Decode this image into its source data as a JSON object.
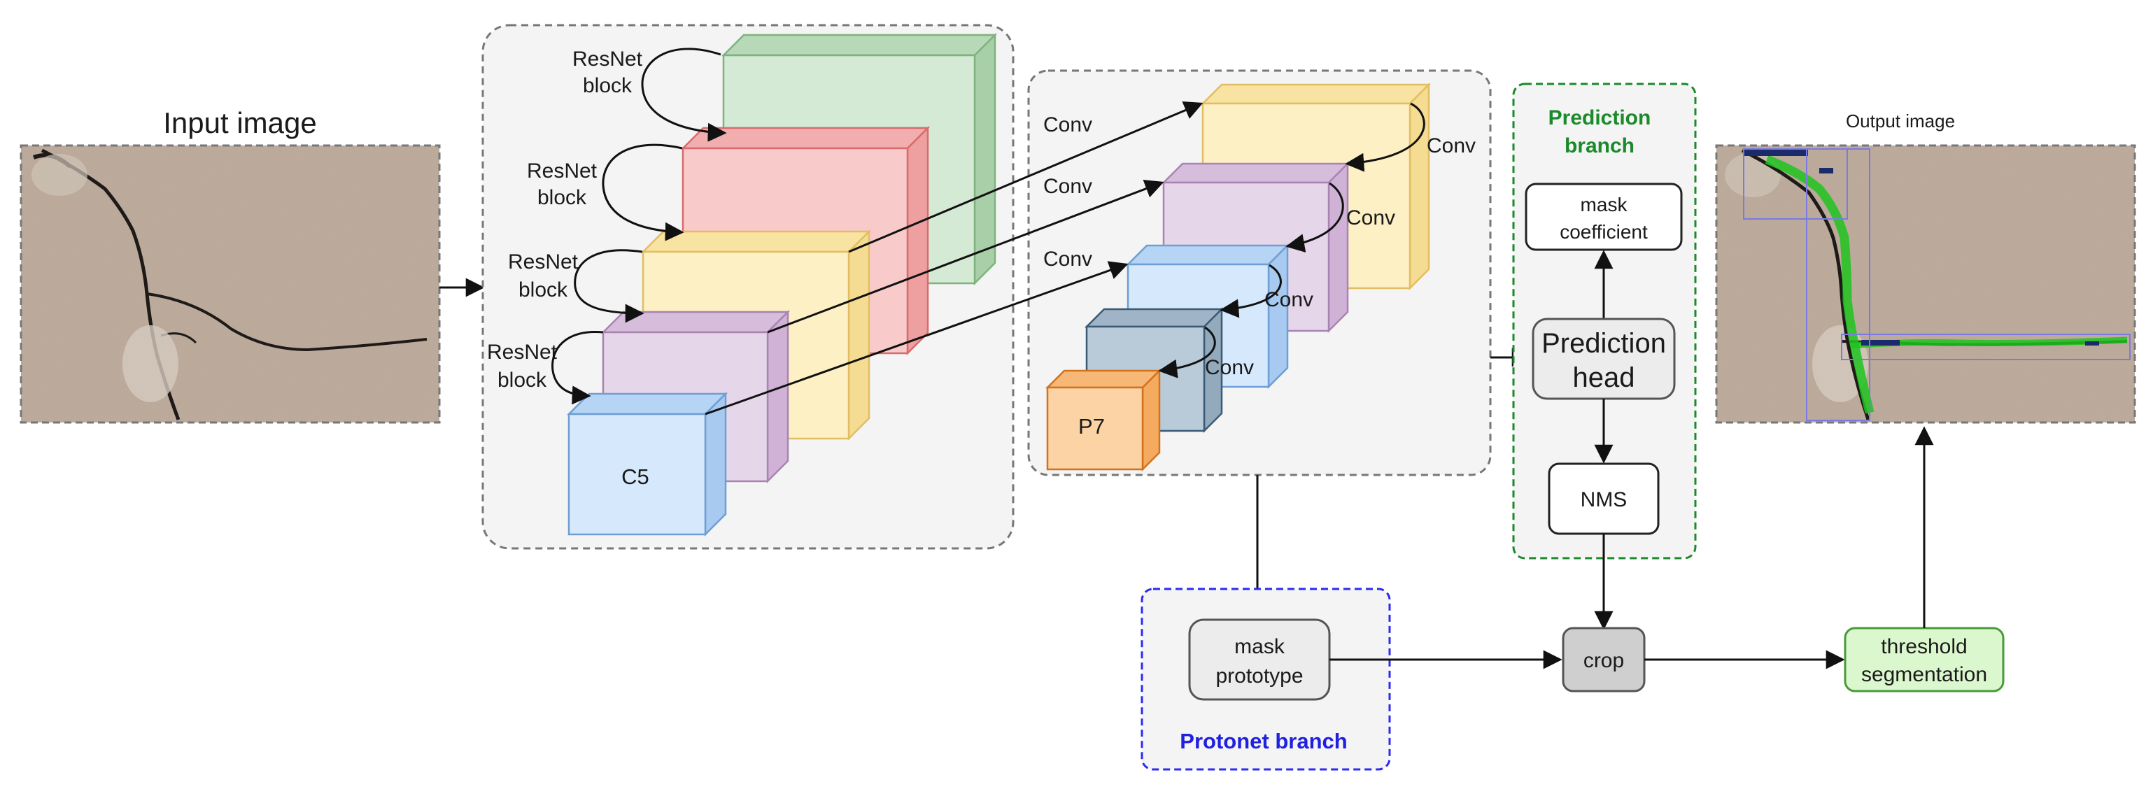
{
  "input_panel": {
    "title": "Input image"
  },
  "output_panel": {
    "title": "Output image"
  },
  "backbone": {
    "resnet_labels": [
      {
        "line1": "ResNet",
        "line2": "block"
      },
      {
        "line1": "ResNet",
        "line2": "block"
      },
      {
        "line1": "ResNet",
        "line2": "block"
      },
      {
        "line1": "ResNet",
        "line2": "block"
      }
    ],
    "c5_label": "C5"
  },
  "fpn": {
    "conv_left": [
      "Conv",
      "Conv",
      "Conv"
    ],
    "conv_right": [
      "Conv",
      "Conv",
      "Conv",
      "Conv"
    ],
    "p7_label": "P7"
  },
  "prediction_branch": {
    "title_line1": "Prediction",
    "title_line2": "branch",
    "mask_coefficient_line1": "mask",
    "mask_coefficient_line2": "coefficient",
    "prediction_head_line1": "Prediction",
    "prediction_head_line2": "head",
    "nms_label": "NMS"
  },
  "protonet_branch": {
    "title": "Protonet branch",
    "mask_prototype_line1": "mask",
    "mask_prototype_line2": "prototype"
  },
  "crop_label": "crop",
  "threshold": {
    "line1": "threshold",
    "line2": "segmentation"
  },
  "colors": {
    "green_block": "#d4ead4",
    "red_block": "#f8caca",
    "yellow_block": "#fdf0c4",
    "purple_block": "#e6d6ea",
    "blue_block": "#d6e8fb",
    "slate_block": "#b9cad8",
    "orange_block": "#fcd3a4",
    "prediction_border": "#1a8a2a",
    "protonet_border": "#2b2bf0",
    "threshold_fill": "#dbf7cd",
    "crop_fill": "#cfcfcf"
  }
}
